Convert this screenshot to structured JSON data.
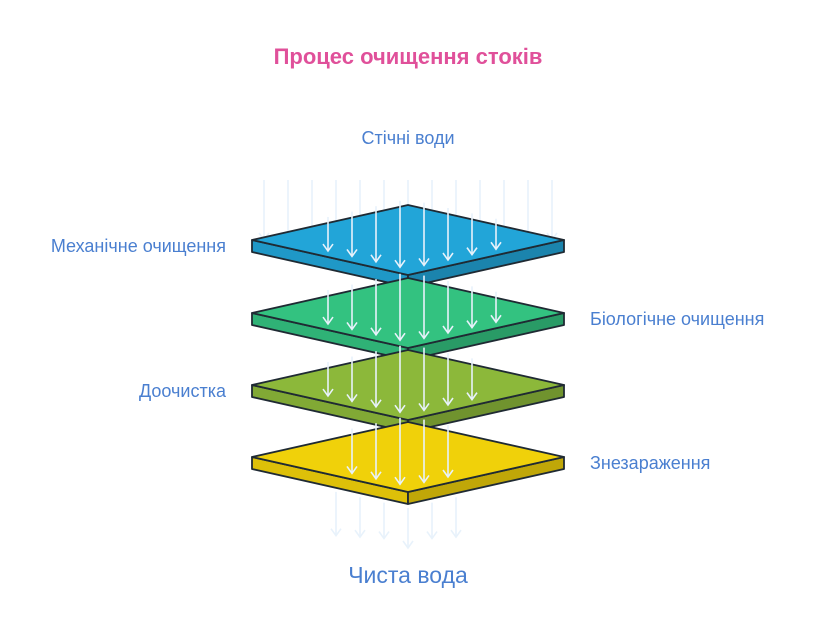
{
  "title": "Процес очищення стоків",
  "input_label": "Стічні води",
  "output_label": "Чиста вода",
  "stages": [
    {
      "label": "Механічне очищення",
      "side": "left",
      "color": "#22a5d8"
    },
    {
      "label": "Біологічне очищення",
      "side": "right",
      "color": "#33c280"
    },
    {
      "label": "Доочистка",
      "side": "left",
      "color": "#8cb83a"
    },
    {
      "label": "Знезараження",
      "side": "right",
      "color": "#f0d10a"
    }
  ],
  "colors": {
    "title": "#e0509a",
    "labels": "#4a7fd0",
    "outline": "#1f2a33",
    "arrows": "#e8f2fb"
  }
}
